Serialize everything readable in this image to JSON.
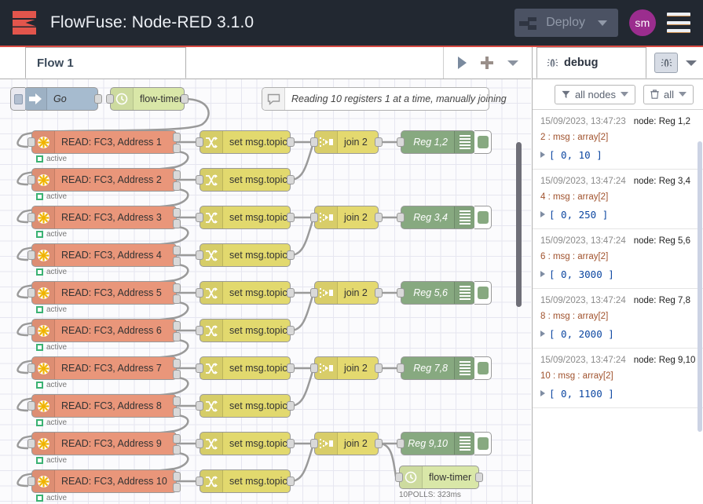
{
  "header": {
    "logo": "flowfuse-logo",
    "title": "FlowFuse: Node-RED 3.1.0",
    "deploy_label": "Deploy",
    "avatar_initials": "sm",
    "menu_icon": "hamburger-menu-icon"
  },
  "tabbar": {
    "tabs": [
      {
        "label": "Flow 1"
      }
    ],
    "actions": [
      "play-icon",
      "add-icon",
      "chevron-down-icon"
    ]
  },
  "canvas": {
    "inject": {
      "label": "Go"
    },
    "timer_top": {
      "label": "flow-timer"
    },
    "timer_bottom": {
      "label": "flow-timer",
      "status": "10POLLS: 323ms"
    },
    "comment": {
      "label": "Reading 10 registers 1 at a time, manually joining"
    },
    "read_nodes": [
      {
        "label": "READ: FC3, Address 1",
        "status": "active"
      },
      {
        "label": "READ: FC3, Address 2",
        "status": "active"
      },
      {
        "label": "READ: FC3, Address 3",
        "status": "active"
      },
      {
        "label": "READ: FC3, Address 4",
        "status": "active"
      },
      {
        "label": "READ: FC3, Address 5",
        "status": "active"
      },
      {
        "label": "READ: FC3, Address 6",
        "status": "active"
      },
      {
        "label": "READ: FC3, Address 7",
        "status": "active"
      },
      {
        "label": "READ: FC3, Address 8",
        "status": "active"
      },
      {
        "label": "READ: FC3, Address 9",
        "status": "active"
      },
      {
        "label": "READ: FC3, Address 10",
        "status": "active"
      }
    ],
    "change_nodes": [
      {
        "label": "set msg.topic"
      },
      {
        "label": "set msg.topic"
      },
      {
        "label": "set msg.topic"
      },
      {
        "label": "set msg.topic"
      },
      {
        "label": "set msg.topic"
      },
      {
        "label": "set msg.topic"
      },
      {
        "label": "set msg.topic"
      },
      {
        "label": "set msg.topic"
      },
      {
        "label": "set msg.topic"
      },
      {
        "label": "set msg.topic"
      }
    ],
    "join_nodes": [
      {
        "label": "join 2"
      },
      {
        "label": "join 2"
      },
      {
        "label": "join 2"
      },
      {
        "label": "join 2"
      },
      {
        "label": "join 2"
      }
    ],
    "debug_nodes": [
      {
        "label": "Reg 1,2"
      },
      {
        "label": "Reg 3,4"
      },
      {
        "label": "Reg 5,6"
      },
      {
        "label": "Reg 7,8"
      },
      {
        "label": "Reg 9,10"
      }
    ]
  },
  "sidebar": {
    "tab_label": "debug",
    "tab_icon": "bug-icon",
    "debug_button_icon": "bug-icon",
    "caret_icon": "chevron-down-icon",
    "filters": [
      {
        "icon": "filter-icon",
        "label": "all nodes"
      },
      {
        "icon": "trash-icon",
        "label": "all"
      }
    ],
    "messages": [
      {
        "time": "15/09/2023, 13:47:23",
        "node": "node: Reg 1,2",
        "meta": "2 : msg : array[2]",
        "value": "[ 0, 10 ]"
      },
      {
        "time": "15/09/2023, 13:47:24",
        "node": "node: Reg 3,4",
        "meta": "4 : msg : array[2]",
        "value": "[ 0, 250 ]"
      },
      {
        "time": "15/09/2023, 13:47:24",
        "node": "node: Reg 5,6",
        "meta": "6 : msg : array[2]",
        "value": "[ 0, 3000 ]"
      },
      {
        "time": "15/09/2023, 13:47:24",
        "node": "node: Reg 7,8",
        "meta": "8 : msg : array[2]",
        "value": "[ 0, 2000 ]"
      },
      {
        "time": "15/09/2023, 13:47:24",
        "node": "node: Reg 9,10",
        "meta": "10 : msg : array[2]",
        "value": "[ 0, 1100 ]"
      }
    ]
  }
}
